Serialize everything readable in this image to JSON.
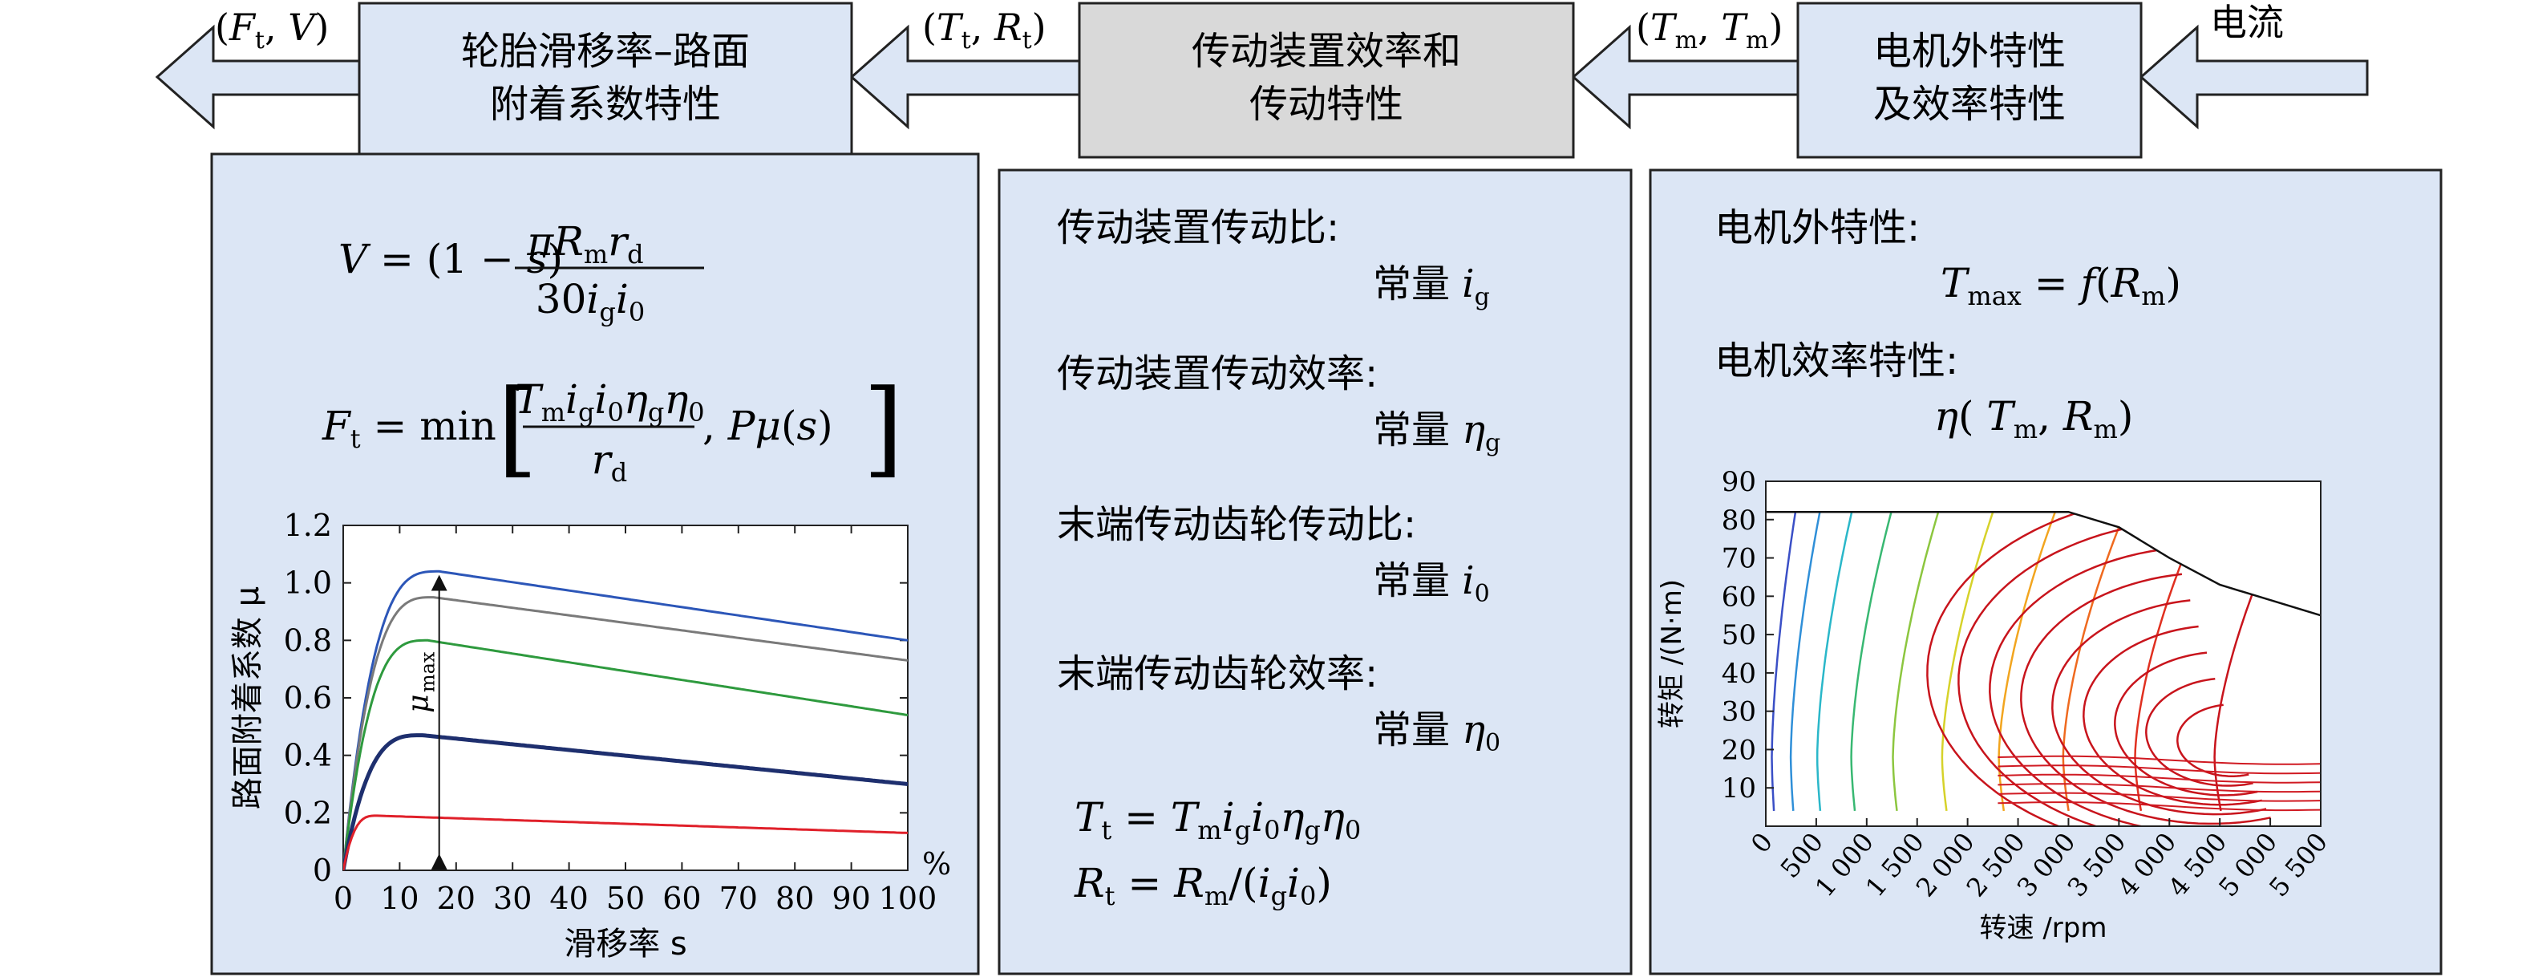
{
  "top_chain": {
    "arrow_out_label": "(Ft, V)",
    "box_tire_line1": "轮胎滑移率–路面",
    "box_tire_line2": "附着系数特性",
    "arrow_mid1_label": "(Tt, Rt)",
    "box_trans_line1": "传动装置效率和",
    "box_trans_line2": "传动特性",
    "arrow_mid2_label": "(Tm, Tm)",
    "box_motor_line1": "电机外特性",
    "box_motor_line2": "及效率特性",
    "arrow_in_label": "电流"
  },
  "panel_tire": {
    "eq1": "V = (1 − s) πRm rd / 30 ig i0",
    "eq2": "Ft = min[ Tm ig i0 ηg η0 / rd , Pμ(s) ]",
    "mu_max_label": "μmax"
  },
  "panel_trans": {
    "item1_label": "传动装置传动比:",
    "item1_value": "常量 ig",
    "item2_label": "传动装置传动效率:",
    "item2_value": "常量 ηg",
    "item3_label": "末端传动齿轮传动比:",
    "item3_value": "常量 i0",
    "item4_label": "末端传动齿轮效率:",
    "item4_value": "常量 η0",
    "eq_tt": "Tt = Tm ig i0 ηg η0",
    "eq_rt": "Rt = Rm/(ig i0)"
  },
  "panel_motor": {
    "label1": "电机外特性:",
    "eq1": "Tmax = f(Rm)",
    "label2": "电机效率特性:",
    "eq2": "η(Tm, Rm)"
  },
  "colors": {
    "box_fill": "#dce6f5",
    "box_gray": "#d9d9d9",
    "stroke": "#222222"
  },
  "chart_data": [
    {
      "type": "line",
      "xlabel": "滑移率 s",
      "ylabel": "路面附着系数 μ",
      "x_unit": "%",
      "xlim": [
        0,
        100
      ],
      "ylim": [
        0,
        1.2
      ],
      "x_ticks": [
        "0",
        "10",
        "20",
        "30",
        "40",
        "50",
        "60",
        "70",
        "80",
        "90",
        "100"
      ],
      "y_ticks": [
        "0",
        "0.2",
        "0.4",
        "0.6",
        "0.8",
        "1.0",
        "1.2"
      ],
      "series": [
        {
          "color": "#2c56b8",
          "peak_x": 17,
          "peak_y": 1.04,
          "end_y": 0.8
        },
        {
          "color": "#7a7a7a",
          "peak_x": 16,
          "peak_y": 0.95,
          "end_y": 0.73
        },
        {
          "color": "#2e9a3e",
          "peak_x": 15,
          "peak_y": 0.8,
          "end_y": 0.54
        },
        {
          "color": "#1e2f6e",
          "peak_x": 14,
          "peak_y": 0.47,
          "end_y": 0.3
        },
        {
          "color": "#e0202a",
          "peak_x": 6,
          "peak_y": 0.19,
          "end_y": 0.13
        }
      ]
    },
    {
      "type": "heatmap",
      "xlabel": "转速 /rpm",
      "ylabel": "转矩 /(N·m)",
      "xlim": [
        0,
        5500
      ],
      "ylim": [
        0,
        90
      ],
      "x_ticks": [
        "0",
        "500",
        "1 000",
        "1 500",
        "2 000",
        "2 500",
        "3 000",
        "3 500",
        "4 000",
        "4 500",
        "5 000",
        "5 500"
      ],
      "y_ticks": [
        "10",
        "20",
        "30",
        "40",
        "50",
        "60",
        "70",
        "80",
        "90"
      ],
      "max_torque_curve": [
        [
          0,
          82
        ],
        [
          3000,
          82
        ],
        [
          3500,
          78
        ],
        [
          4000,
          70
        ],
        [
          4500,
          63
        ],
        [
          5000,
          59
        ],
        [
          5500,
          55
        ]
      ]
    }
  ]
}
